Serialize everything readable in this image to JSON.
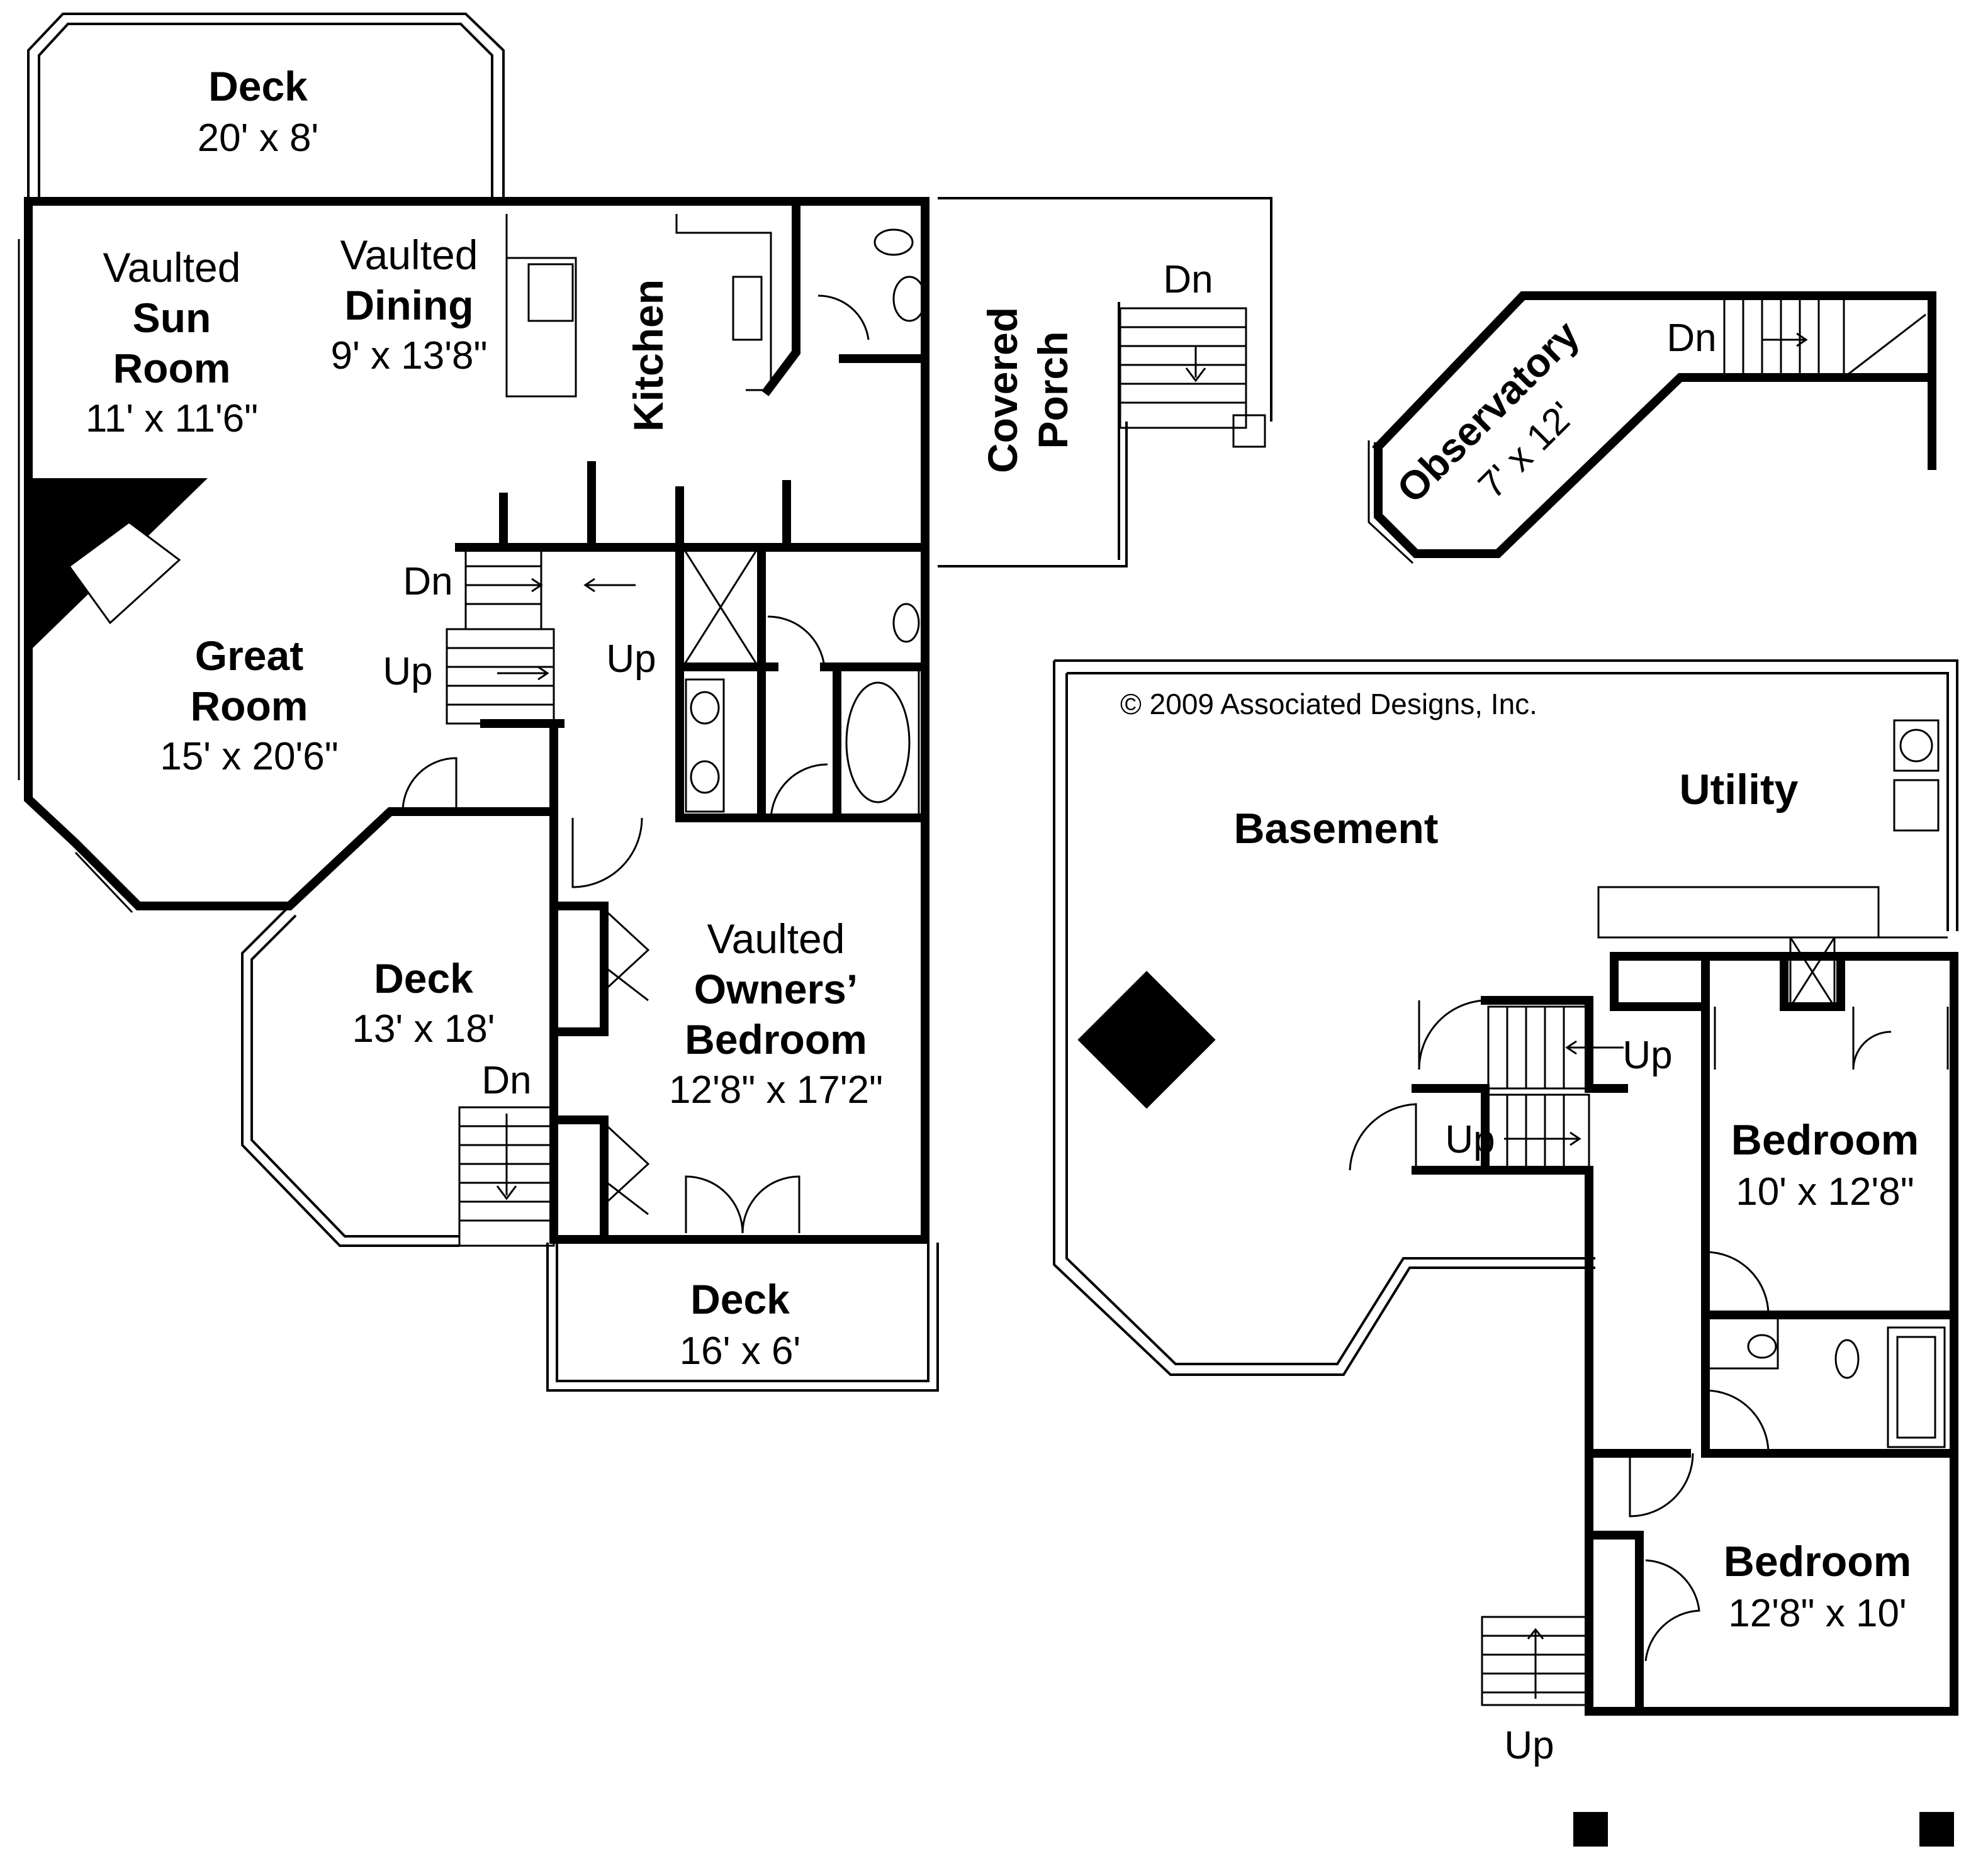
{
  "copyright": "© 2009 Associated Designs, Inc.",
  "rooms": {
    "deck_top": {
      "name": "Deck",
      "size": "20' x 8'"
    },
    "sun_room": {
      "line1": "Vaulted",
      "line2": "Sun",
      "line3": "Room",
      "size": "11' x 11'6\""
    },
    "dining": {
      "line1": "Vaulted",
      "line2": "Dining",
      "size": "9' x 13'8\""
    },
    "kitchen": {
      "name": "Kitchen"
    },
    "covered_porch": {
      "line1": "Covered",
      "line2": "Porch"
    },
    "great_room": {
      "line1": "Great",
      "line2": "Room",
      "size": "15' x 20'6\""
    },
    "deck_left": {
      "name": "Deck",
      "size": "13' x 18'"
    },
    "owners_bedroom": {
      "line1": "Vaulted",
      "line2": "Owners’",
      "line3": "Bedroom",
      "size": "12'8\" x 17'2\""
    },
    "deck_bottom": {
      "name": "Deck",
      "size": "16' x 6'"
    },
    "observatory": {
      "name": "Observatory",
      "size": "7' x 12'"
    },
    "basement": {
      "name": "Basement"
    },
    "utility": {
      "name": "Utility"
    },
    "bedroom_1": {
      "name": "Bedroom",
      "size": "10' x 12'8\""
    },
    "bedroom_2": {
      "name": "Bedroom",
      "size": "12'8\" x 10'"
    }
  },
  "stairs": {
    "porch_dn": "Dn",
    "great_dn": "Dn",
    "great_up": "Up",
    "hall_up": "Up",
    "deck_dn": "Dn",
    "observatory_dn": "Dn",
    "basement_up_1": "Up",
    "basement_up_2": "Up",
    "exterior_up": "Up"
  }
}
